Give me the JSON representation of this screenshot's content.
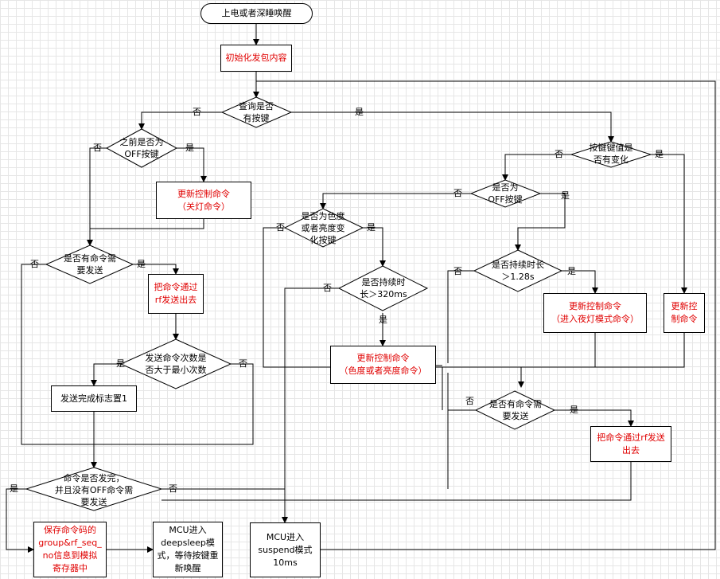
{
  "nodes": {
    "start": "上电或者深睡唤醒",
    "init": "初始化发包内容",
    "d_query": "查询是否\n有按键",
    "d_prev_off": "之前是否为\nOFF按键",
    "update_off": "更新控制命令\n（关灯命令）",
    "d_need_send_left": "是否有命令需\n要发送",
    "send_rf_left": "把命令通过\nrf发送出去",
    "d_count": "发送命令次数是\n否大于最小次数",
    "set_flag": "发送完成标志置1",
    "d_done": "命令是否发完，\n并且没有OFF命令需\n要发送",
    "save_cmd": "保存命令码的\ngroup&rf_seq_\nno信息到模拟\n寄存器中",
    "deepsleep": "MCU进入\ndeepsleep模\n式，等待按键重\n新唤醒",
    "suspend": "MCU进入\nsuspend模式\n10ms",
    "d_key_changed": "按键键值是\n否有变化",
    "d_is_off": "是否为\nOFF按键",
    "d_color": "是否为色度\n或者亮度变\n化按键",
    "d_320": "是否持续时\n长＞320ms",
    "update_color": "更新控制命令\n（色度或者亮度命令）",
    "d_128": "是否持续时长\n＞1.28s",
    "update_night": "更新控制命令\n（进入夜灯模式命令）",
    "update_right": "更新控\n制命令",
    "d_need_send_right": "是否有命令需\n要发送",
    "send_rf_right": "把命令通过rf发送\n出去"
  },
  "labels": {
    "yes": "是",
    "no": "否"
  },
  "colors": {
    "line": "#000000",
    "highlight_text": "#e00000",
    "grid": "#e6e6e6"
  }
}
